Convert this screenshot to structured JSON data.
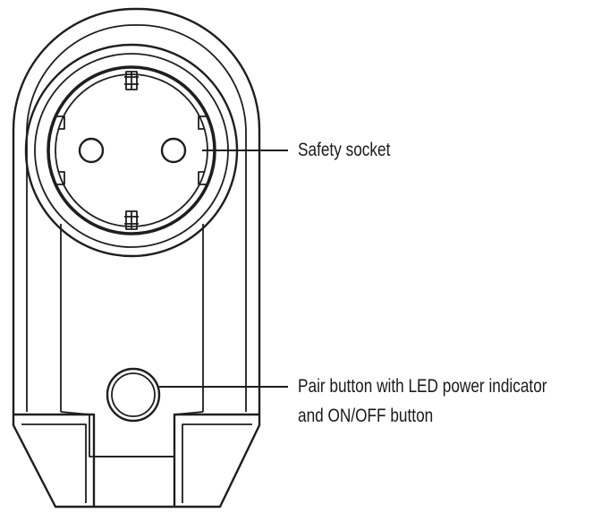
{
  "callouts": {
    "safety_socket": "Safety socket",
    "pair_button_line1": "Pair button with LED power indicator",
    "pair_button_line2": "and ON/OFF button"
  },
  "colors": {
    "line": "#1e1e1e",
    "background": "#ffffff"
  }
}
